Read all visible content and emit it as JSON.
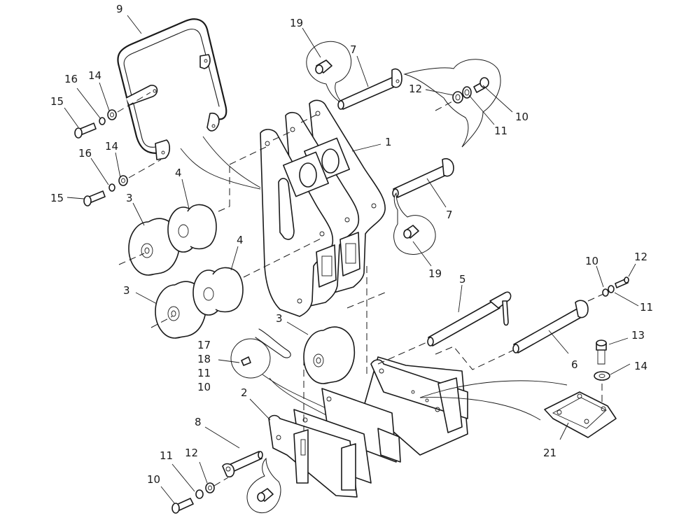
{
  "diagram": {
    "type": "exploded-parts-view",
    "callouts": [
      {
        "id": "c9",
        "label": "9"
      },
      {
        "id": "c19a",
        "label": "19"
      },
      {
        "id": "c7a",
        "label": "7"
      },
      {
        "id": "c16a",
        "label": "16"
      },
      {
        "id": "c14a",
        "label": "14"
      },
      {
        "id": "c15a",
        "label": "15"
      },
      {
        "id": "c12a",
        "label": "12"
      },
      {
        "id": "c10a",
        "label": "10"
      },
      {
        "id": "c11a",
        "label": "11"
      },
      {
        "id": "c1",
        "label": "1"
      },
      {
        "id": "c16b",
        "label": "16"
      },
      {
        "id": "c14b",
        "label": "14"
      },
      {
        "id": "c15b",
        "label": "15"
      },
      {
        "id": "c4a",
        "label": "4"
      },
      {
        "id": "c3a",
        "label": "3"
      },
      {
        "id": "c7b",
        "label": "7"
      },
      {
        "id": "c19b",
        "label": "19"
      },
      {
        "id": "c4b",
        "label": "4"
      },
      {
        "id": "c3b",
        "label": "3"
      },
      {
        "id": "c5",
        "label": "5"
      },
      {
        "id": "c10b",
        "label": "10"
      },
      {
        "id": "c12b",
        "label": "12"
      },
      {
        "id": "c11b",
        "label": "11"
      },
      {
        "id": "c3c",
        "label": "3"
      },
      {
        "id": "c17",
        "label": "17"
      },
      {
        "id": "c18",
        "label": "18"
      },
      {
        "id": "c11c",
        "label": "11"
      },
      {
        "id": "c10c",
        "label": "10"
      },
      {
        "id": "c13",
        "label": "13"
      },
      {
        "id": "c6",
        "label": "6"
      },
      {
        "id": "c14c",
        "label": "14"
      },
      {
        "id": "c2",
        "label": "2"
      },
      {
        "id": "c8",
        "label": "8"
      },
      {
        "id": "c21",
        "label": "21"
      },
      {
        "id": "c11d",
        "label": "11"
      },
      {
        "id": "c12c",
        "label": "12"
      },
      {
        "id": "c10d",
        "label": "10"
      }
    ]
  }
}
